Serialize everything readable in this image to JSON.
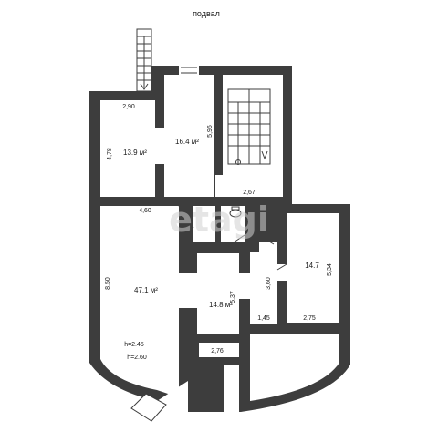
{
  "title": "подвал",
  "watermark": "etagi",
  "rooms": [
    {
      "id": "room-nw",
      "area": "13.9 м²",
      "width": "2,90",
      "height": "4,78"
    },
    {
      "id": "room-n",
      "area": "16.4 м²",
      "height": "5,96"
    },
    {
      "id": "room-big",
      "area": "47.1 м²",
      "width": "4,60",
      "height": "8,50",
      "h1": "h=2.45",
      "h2": "h=2.60"
    },
    {
      "id": "room-mid",
      "area": "14.8 м²",
      "height": "5,37",
      "width": "2,76"
    },
    {
      "id": "room-e",
      "area": "14.7",
      "height": "5,34",
      "width": "2,75"
    },
    {
      "id": "stair-hall",
      "width": "2,67"
    },
    {
      "id": "small-room",
      "height": "3,60",
      "width": "1,45"
    }
  ]
}
